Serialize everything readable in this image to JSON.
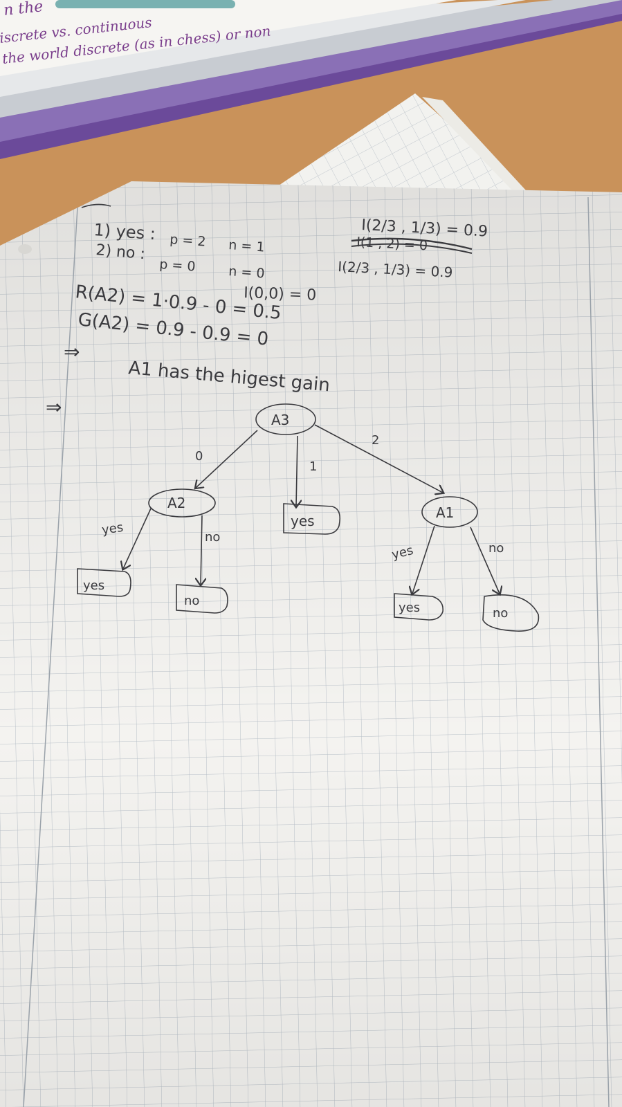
{
  "background_notes": {
    "line1": "n the",
    "line2": "iscrete vs. continuous",
    "line3": "the world discrete (as in chess) or non"
  },
  "notes": {
    "line_yes": "1) yes :",
    "yes_p": "p = 2",
    "yes_n": "n = 1",
    "line_no": "2) no :",
    "no_p": "p = 0",
    "no_n": "n = 0",
    "i_top": "I(2/3 , 1/3) = 0.9",
    "i_struck": "I(1 , 2) = 0",
    "i_second": "I(2/3 , 1/3) = 0.9",
    "i_zero": "I(0,0) = 0",
    "remainder": "R(A2) = 1·0.9 - 0 = 0.5",
    "gain": "G(A2) = 0.9 - 0.9 = 0",
    "arrow1": "⇒",
    "conclusion": "A1 has the higest gain",
    "arrow2": "⇒"
  },
  "tree": {
    "root": "A3",
    "edge_0": "0",
    "edge_1": "1",
    "edge_2": "2",
    "left_node": "A2",
    "middle_leaf": "yes",
    "right_node": "A1",
    "left_edge_yes": "yes",
    "left_edge_no": "no",
    "left_leaf_yes": "yes",
    "left_leaf_no": "no",
    "right_edge_yes": "yes",
    "right_edge_no": "no",
    "right_leaf_yes": "yes",
    "right_leaf_no": "no"
  },
  "colors": {
    "desk": "#c9925a",
    "paper": "#f4f3f0",
    "grid": "#b8c0c8",
    "ink": "#3a3a3e",
    "folder": "#6b4a9a",
    "purple_ink": "#7a3e8c"
  }
}
